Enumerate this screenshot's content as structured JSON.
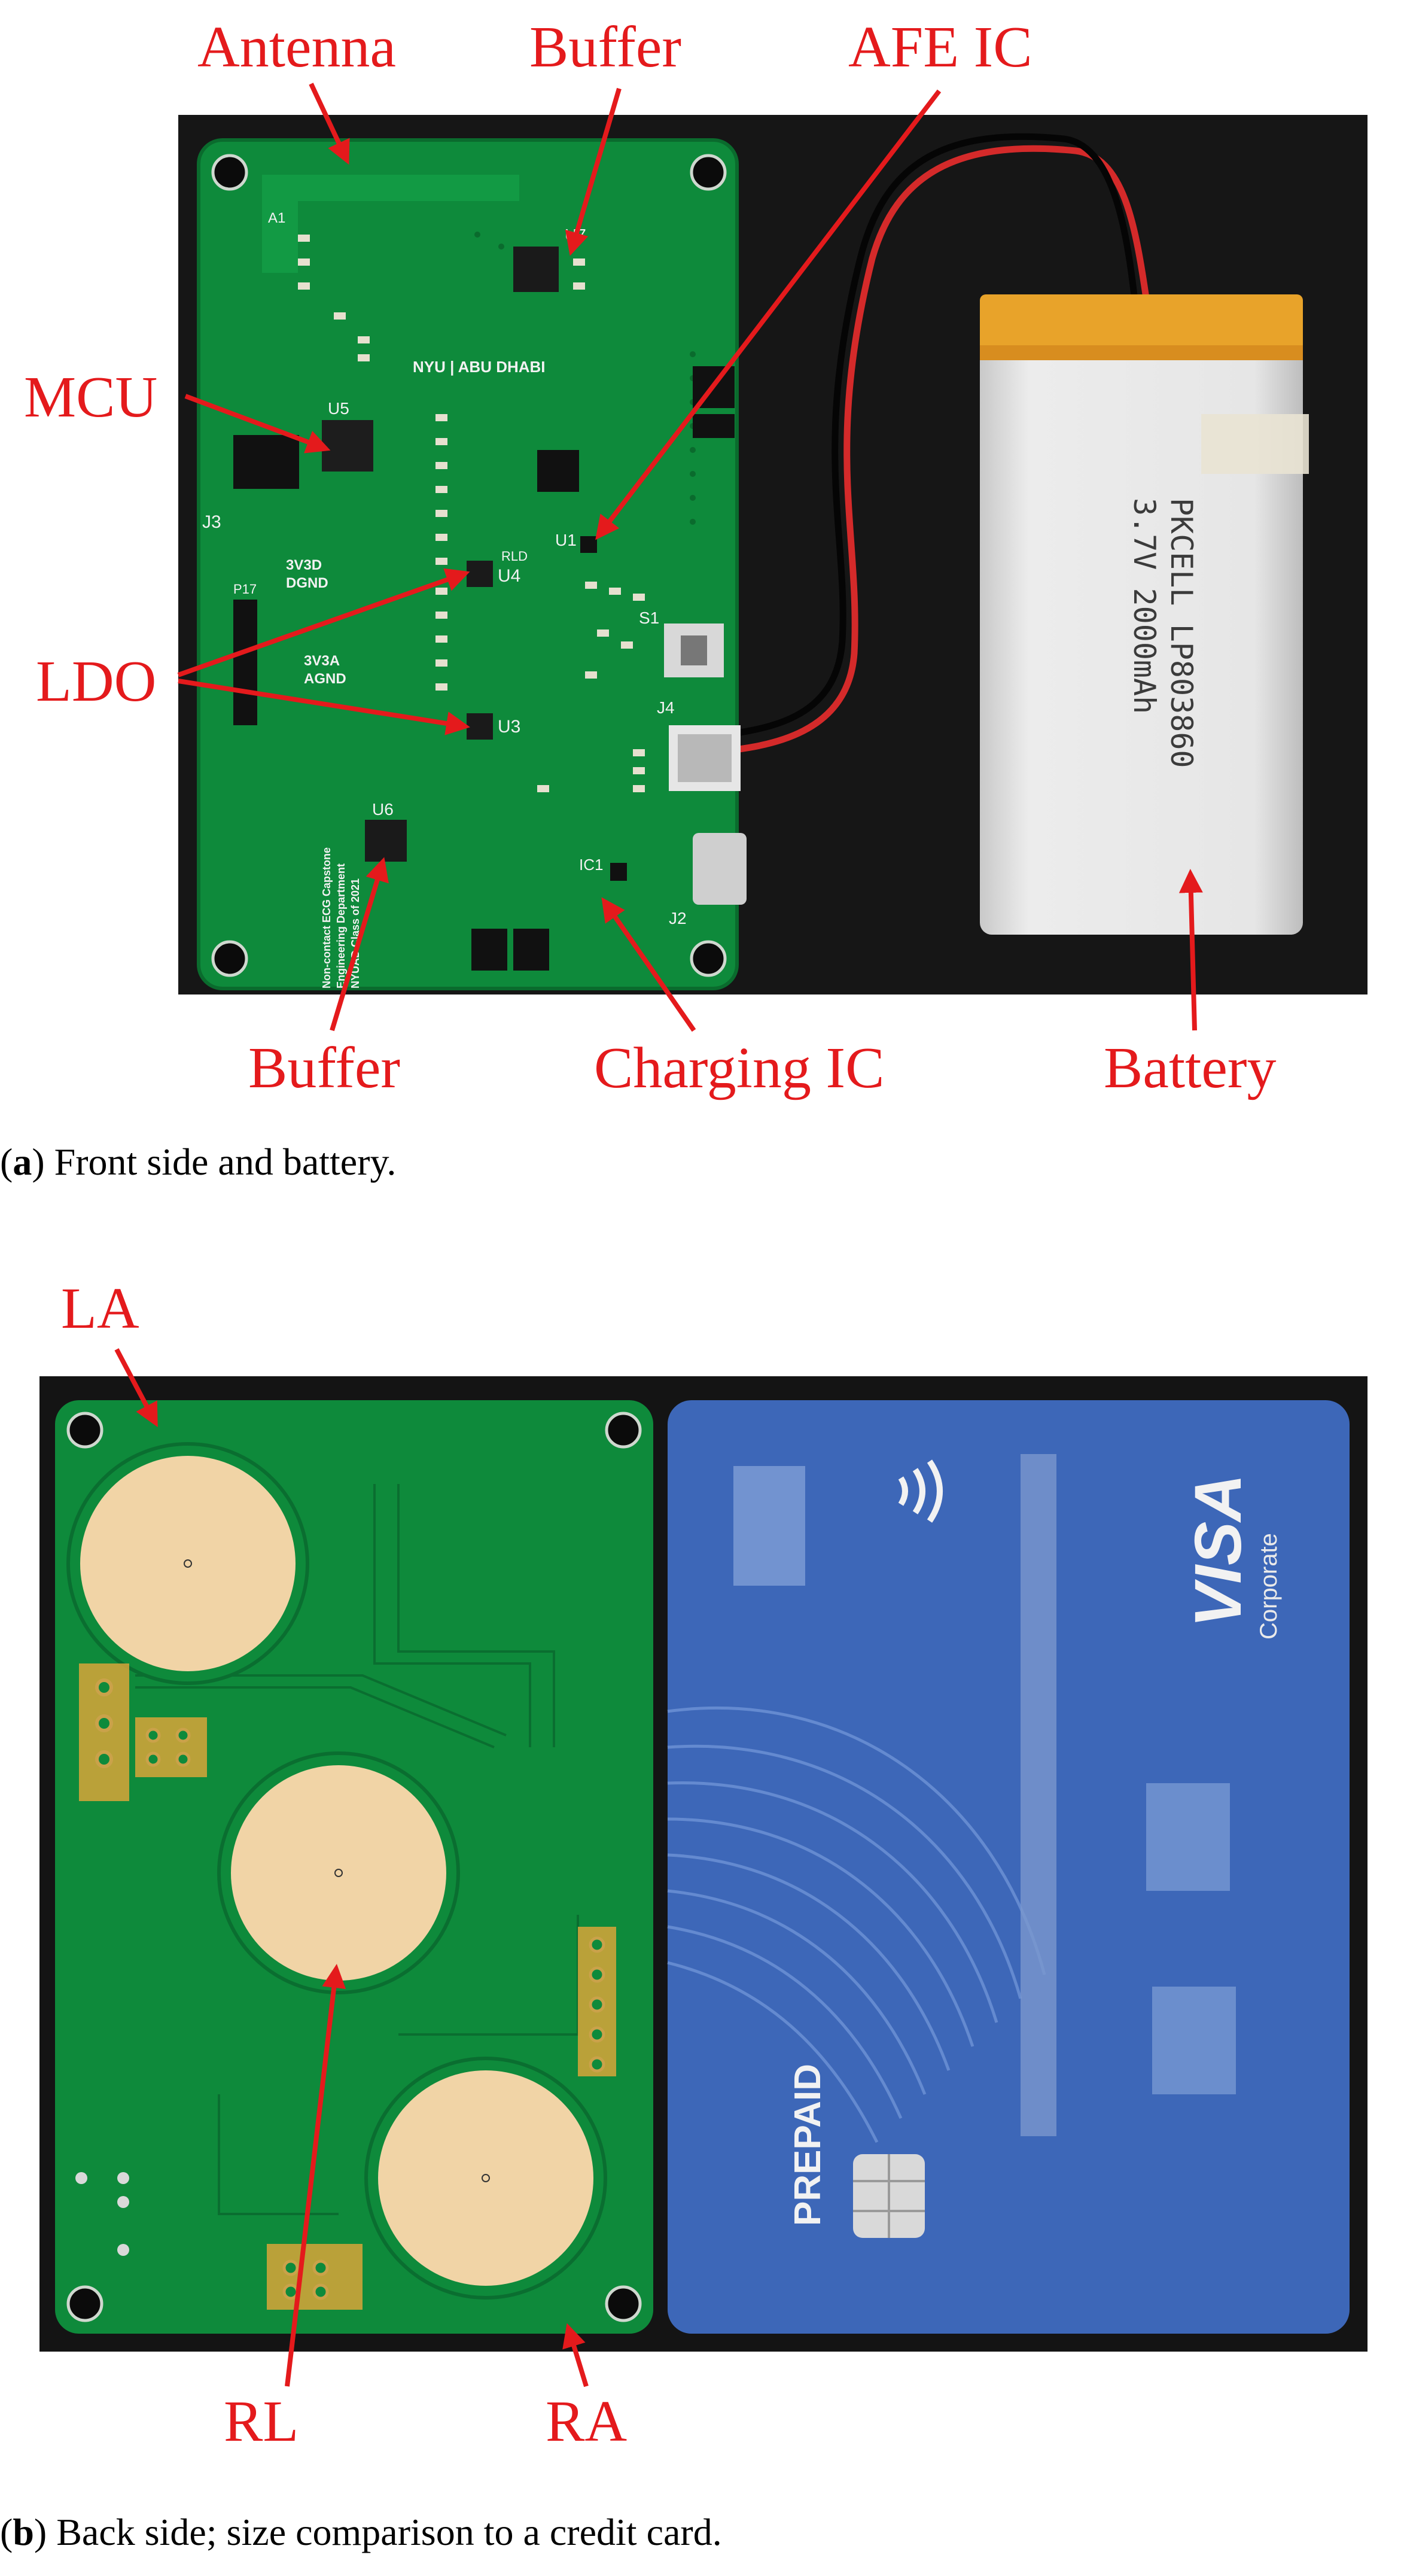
{
  "figure": {
    "accent_color": "#e41a1c",
    "pcb_color": "#0e8a3b",
    "pad_color": "#f1d4a6",
    "card_color": "#3d67b8"
  },
  "panel_a": {
    "labels": {
      "antenna": "Antenna",
      "buffer_top": "Buffer",
      "afe_ic": "AFE IC",
      "mcu": "MCU",
      "ldo": "LDO",
      "buffer_bottom": "Buffer",
      "charging_ic": "Charging IC",
      "battery": "Battery"
    },
    "battery_print": {
      "line1": "PKCELL LP803860",
      "line2": "3.7V 2000mAh"
    },
    "pcb_silk": {
      "logo": "NYU | ABU DHABI",
      "text1": "NYUAD Class of 2021",
      "text2": "Engineering Department",
      "text3": "Non-contact ECG Capstone",
      "net_3v3d": "3V3D",
      "net_dgnd": "DGND",
      "net_3v3a": "3V3A",
      "net_agnd": "AGND",
      "ref_u4": "U4",
      "ref_u3": "U3",
      "ref_u5": "U5",
      "ref_u6": "U6",
      "ref_u7": "U7",
      "ref_u1": "U1",
      "ref_ic1": "IC1",
      "ref_j2": "J2",
      "ref_j3": "J3",
      "ref_j4": "J4",
      "ref_s1": "S1",
      "ref_a1": "A1",
      "ref_p17": "P17",
      "ref_rld": "RLD"
    },
    "caption": {
      "tag": "a",
      "text": " Front side and battery."
    }
  },
  "panel_b": {
    "labels": {
      "la": "LA",
      "rl": "RL",
      "ra": "RA"
    },
    "card": {
      "brand": "VISA",
      "brand_sub": "Corporate",
      "type": "PREPAID"
    },
    "caption": {
      "tag": "b",
      "text": " Back side; size comparison to a credit card."
    }
  }
}
